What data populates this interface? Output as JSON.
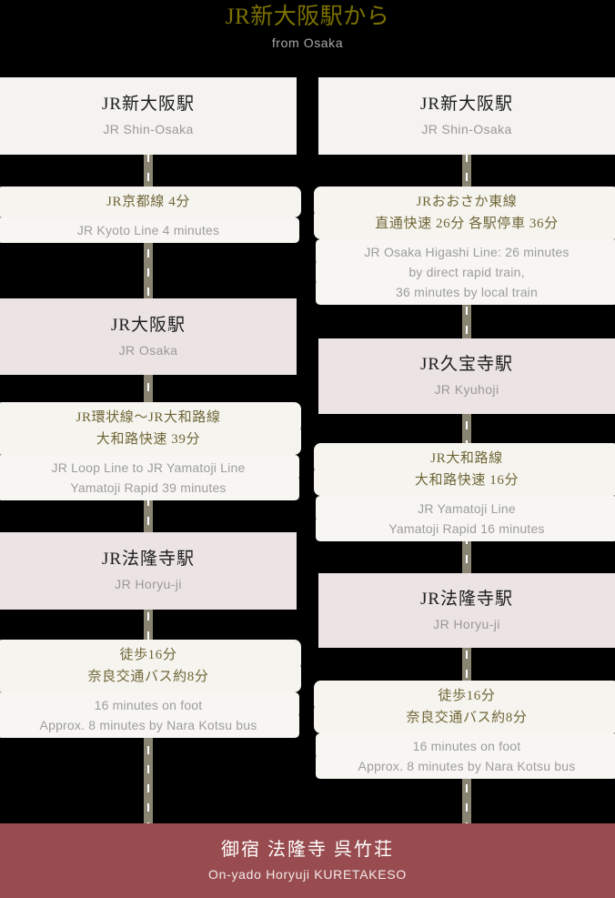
{
  "header": {
    "title_jp": "JR新大阪駅から",
    "title_en": "from Osaka",
    "title_color": "#7d7200"
  },
  "theme": {
    "background": "#000000",
    "station_start_bg": "#f4f3f0",
    "station_mid_bg": "#ece4e4",
    "road_color": "#8a8572",
    "label_jp_color": "#6e6637",
    "label_en_color": "#9d9d9d",
    "footer_bg": "#994c4f"
  },
  "routes": [
    {
      "id": "route-left",
      "stations": [
        {
          "jp": "JR新大阪駅",
          "en": "JR Shin-Osaka"
        },
        {
          "jp": "JR大阪駅",
          "en": "JR Osaka"
        },
        {
          "jp": "JR法隆寺駅",
          "en": "JR Horyu-ji"
        }
      ],
      "segments": [
        {
          "jp": [
            "JR京都線 4分"
          ],
          "en": [
            "JR Kyoto Line 4 minutes"
          ]
        },
        {
          "jp": [
            "JR環状線〜JR大和路線",
            "大和路快速 39分"
          ],
          "en": [
            "JR Loop Line to JR Yamatoji Line",
            "Yamatoji Rapid 39 minutes"
          ]
        },
        {
          "jp": [
            "徒歩16分",
            "奈良交通バス約8分"
          ],
          "en": [
            "16 minutes on foot",
            "Approx. 8 minutes by Nara Kotsu bus"
          ]
        }
      ]
    },
    {
      "id": "route-right",
      "stations": [
        {
          "jp": "JR新大阪駅",
          "en": "JR Shin-Osaka"
        },
        {
          "jp": "JR久宝寺駅",
          "en": "JR Kyuhoji"
        },
        {
          "jp": "JR法隆寺駅",
          "en": "JR Horyu-ji"
        }
      ],
      "segments": [
        {
          "jp": [
            "JRおおさか東線",
            "直通快速 26分 各駅停車 36分"
          ],
          "en": [
            "JR Osaka Higashi Line: 26 minutes",
            "by direct rapid train,",
            "36 minutes by local train"
          ]
        },
        {
          "jp": [
            "JR大和路線",
            "大和路快速 16分"
          ],
          "en": [
            "JR Yamatoji Line",
            "Yamatoji Rapid 16 minutes"
          ]
        },
        {
          "jp": [
            "徒歩16分",
            "奈良交通バス約8分"
          ],
          "en": [
            "16 minutes on foot",
            "Approx. 8 minutes by Nara Kotsu bus"
          ]
        }
      ]
    }
  ],
  "footer": {
    "name_jp": "御宿 法隆寺 呉竹荘",
    "name_en": "On-yado Horyuji KURETAKESO"
  }
}
